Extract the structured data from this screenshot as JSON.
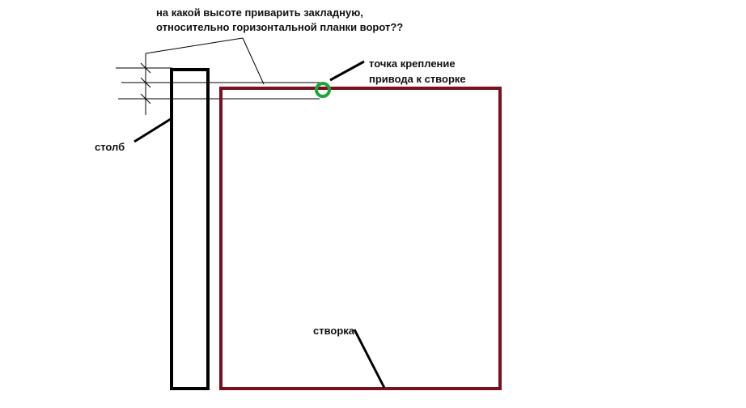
{
  "question": {
    "line1": "на какой высоте приварить закладную,",
    "line2": "относительно горизонтальной планки ворот??"
  },
  "attachment_point_label": {
    "line1": "точка крепление",
    "line2": "привода к створке"
  },
  "post_label": "столб",
  "leaf_label": "створка",
  "colors": {
    "post": "#000000",
    "leaf": "#7a0f1e",
    "marker": "#1fa637",
    "lines": "#000000"
  }
}
